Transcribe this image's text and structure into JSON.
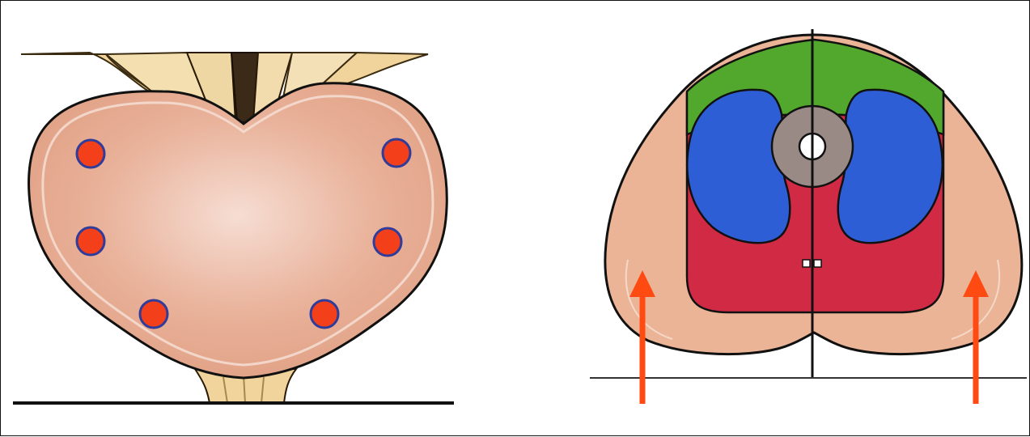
{
  "colors": {
    "gland_fill": "#e8a98a",
    "gland_outline": "#1a1a1a",
    "capsule_line": "#f3d8cc",
    "vessel": "#e8c98a",
    "biopsy_point_fill": "#f3401a",
    "biopsy_point_ring": "#2f3c9a",
    "anterior_zone": "#4fa82a",
    "transition_zone": "#2f5fd6",
    "central_zone": "#d22b44",
    "urethra_ring": "#9a8a86",
    "arrow": "#ff4a12",
    "reference_line": "#333333"
  },
  "left_figure": {
    "view": "coronal",
    "biopsy_points": [
      {
        "id": "left-upper"
      },
      {
        "id": "right-upper"
      },
      {
        "id": "left-mid"
      },
      {
        "id": "right-mid"
      },
      {
        "id": "left-lower"
      },
      {
        "id": "right-lower"
      }
    ]
  },
  "right_figure": {
    "view": "axial",
    "zones": [
      "anterior",
      "transition-left",
      "transition-right",
      "central",
      "peripheral"
    ],
    "arrows": [
      {
        "id": "left-arrow",
        "direction": "up"
      },
      {
        "id": "right-arrow",
        "direction": "up"
      }
    ]
  }
}
